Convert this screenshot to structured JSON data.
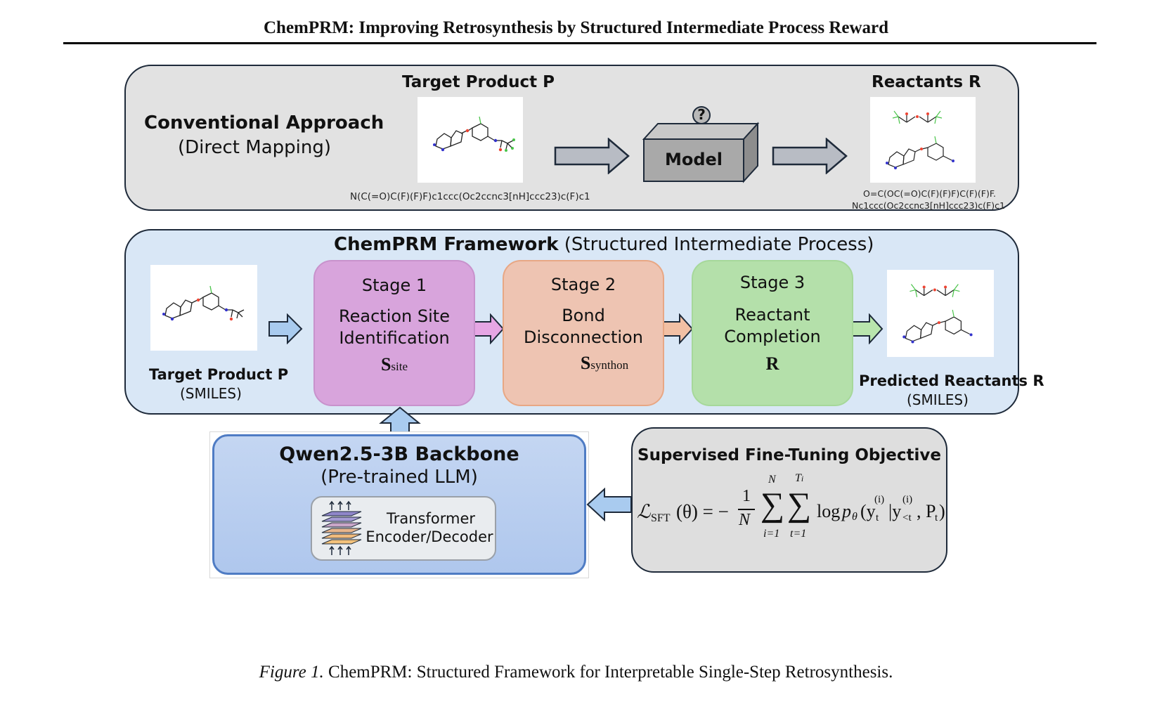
{
  "running_header": "ChemPRM: Improving Retrosynthesis by Structured Intermediate Process Reward",
  "conventional": {
    "title": "Conventional Approach",
    "subtitle": "(Direct Mapping)",
    "target_heading": "Target Product P",
    "target_smiles": "N(C(=O)C(F)(F)F)c1ccc(Oc2ccnc3[nH]ccc23)c(F)c1",
    "model_label": "Model",
    "model_badge": "?",
    "reactants_heading": "Reactants R",
    "reactants_smiles_line1": "O=C(OC(=O)C(F)(F)F)C(F)(F)F.",
    "reactants_smiles_line2": "Nc1ccc(Oc2ccnc3[nH]ccc23)c(F)c1"
  },
  "framework": {
    "title_bold": "ChemPRM Framework",
    "title_rest": " (Structured Intermediate Process)",
    "input_label": "Target Product P",
    "input_sub": "(SMILES)",
    "stages": [
      {
        "title": "Stage 1",
        "line1": "Reaction Site",
        "line2": "Identification",
        "symbol": "S",
        "subscript": "site",
        "color": "#d8a4dc"
      },
      {
        "title": "Stage 2",
        "line1": "Bond",
        "line2": "Disconnection",
        "symbol": "S",
        "subscript": "synthon",
        "color": "#eec4b2"
      },
      {
        "title": "Stage 3",
        "line1": "Reactant",
        "line2": "Completion",
        "symbol": "R",
        "subscript": "",
        "color": "#b4e0aa"
      }
    ],
    "output_label": "Predicted Reactants R",
    "output_sub": "(SMILES)"
  },
  "backbone": {
    "title": "Qwen2.5-3B Backbone",
    "subtitle": "(Pre-trained LLM)",
    "transformer_line1": "Transformer",
    "transformer_line2": "Encoder/Decoder"
  },
  "sft": {
    "title": "Supervised Fine-Tuning Objective",
    "loss_symbol": "ℒ",
    "loss_sub": "SFT",
    "theta": "(θ) = −",
    "frac_num": "1",
    "frac_den": "N",
    "sum1_top": "N",
    "sum1_bot": "i=1",
    "sum2_top": "T",
    "sum2_top_sub": "i",
    "sum2_bot": "t=1",
    "log": "log",
    "p": "p",
    "p_sub": "θ",
    "y": "(y",
    "y_sub": "t",
    "y_sup": "(i)",
    "bar": "|y",
    "y2_sub": "<t",
    "y2_sup": "(i)",
    "tail": ", P",
    "tail_sub": "t",
    "close": ")"
  },
  "caption": {
    "label": "Figure 1.",
    "text": " ChemPRM: Structured Framework for Interpretable Single-Step Retrosynthesis."
  },
  "colors": {
    "panel_gray": "#e2e2e2",
    "panel_blue": "#d9e7f6",
    "arrow_blue": "#a9cbef",
    "arrow_pink": "#e6a6e4",
    "arrow_orange": "#f2c0a4",
    "arrow_green": "#b9e6ad"
  }
}
